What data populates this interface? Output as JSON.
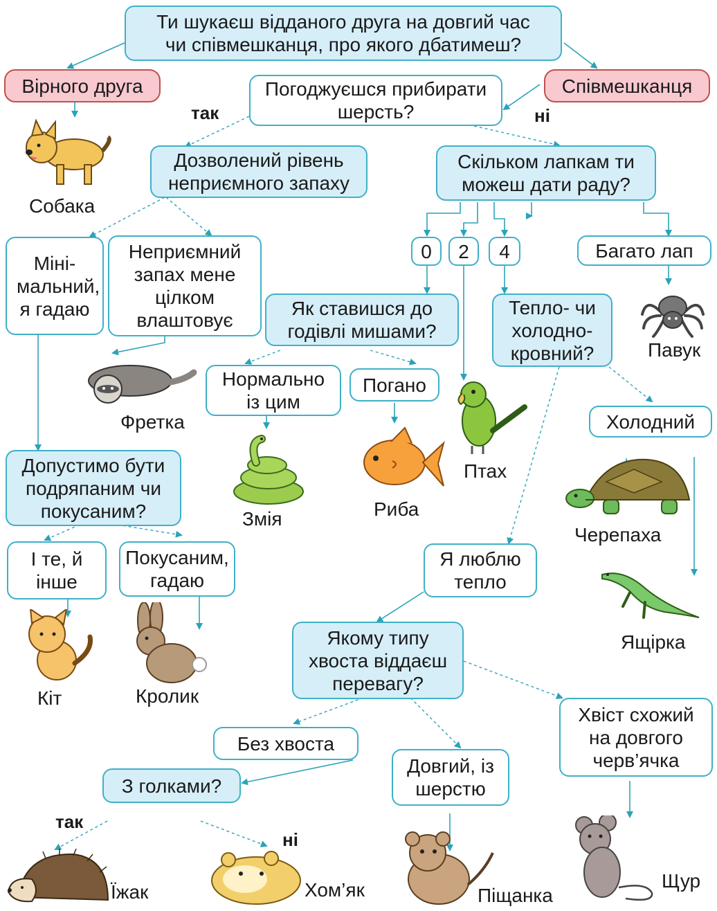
{
  "start_question": "Ти шукаєш відданого друга на довгий час чи співмешканця, про якого дбатимеш?",
  "faithful_friend": "Вірного друга",
  "roommate": "Співмешканця",
  "q_fur": "Погоджуєшся прибирати шерсть?",
  "yes": "так",
  "no": "ні",
  "q_smell": "Дозволений рівень неприємного запаху",
  "a_minimal": "Міні-мальний, я гадаю",
  "a_smell_ok": "Неприємний запах мене цілком влаштовує",
  "q_paws": "Скільком лапкам ти можеш дати раду?",
  "paws_0": "0",
  "paws_2": "2",
  "paws_4": "4",
  "paws_many": "Багато лап",
  "q_mice": "Як ставишся до годівлі мишами?",
  "a_mice_ok": "Нормально із цим",
  "a_mice_bad": "Погано",
  "q_blood": "Тепло- чи холодно-кровний?",
  "a_cold": "Холодний",
  "a_warm": "Я люблю тепло",
  "q_scratch": "Допустимо бути подряпаним чи покусаним?",
  "a_both": "І те, й інше",
  "a_bitten": "Покусаним, гадаю",
  "q_tail": "Якому типу хвоста віддаєш перевагу?",
  "a_no_tail": "Без хвоста",
  "q_spikes": "З голками?",
  "a_long_fur": "Довгий, із шерстю",
  "a_worm_tail": "Хвіст схожий на довгого черв’ячка",
  "animals": {
    "dog": "Собака",
    "ferret": "Фретка",
    "snake": "Змія",
    "fish": "Риба",
    "bird": "Птах",
    "spider": "Павук",
    "turtle": "Черепаха",
    "lizard": "Ящірка",
    "cat": "Кіт",
    "rabbit": "Кролик",
    "hedgehog": "Їжак",
    "hamster": "Хом’як",
    "gerbil": "Піщанка",
    "rat": "Щур"
  }
}
